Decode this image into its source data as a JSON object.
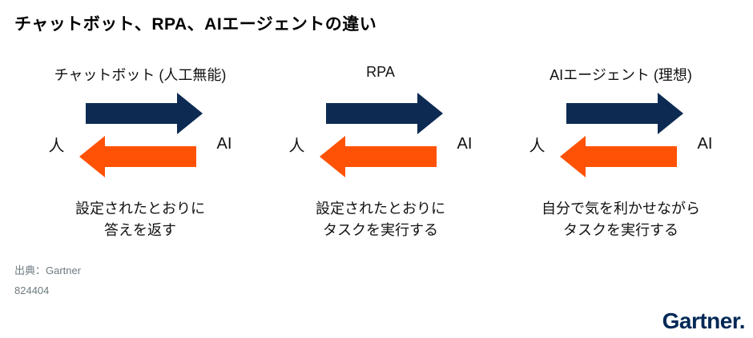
{
  "title": "チャットボット、RPA、AIエージェントの違い",
  "columns": [
    {
      "header": "チャットボット (人工無能)",
      "left_label": "人",
      "right_label": "AI",
      "desc_line1": "設定されたとおりに",
      "desc_line2": "答えを返す"
    },
    {
      "header": "RPA",
      "left_label": "人",
      "right_label": "AI",
      "desc_line1": "設定されたとおりに",
      "desc_line2": "タスクを実行する"
    },
    {
      "header": "AIエージェント (理想)",
      "left_label": "人",
      "right_label": "AI",
      "desc_line1": "自分で気を利かせながら",
      "desc_line2": "タスクを実行する"
    }
  ],
  "footer": {
    "source": "出典：Gartner",
    "doc_number": "824404",
    "logo_text": "Gartner."
  },
  "colors": {
    "arrow_navy": "#0d2a53",
    "arrow_orange": "#ff5205",
    "logo_navy": "#002856",
    "source_gray": "#6e7a80"
  }
}
